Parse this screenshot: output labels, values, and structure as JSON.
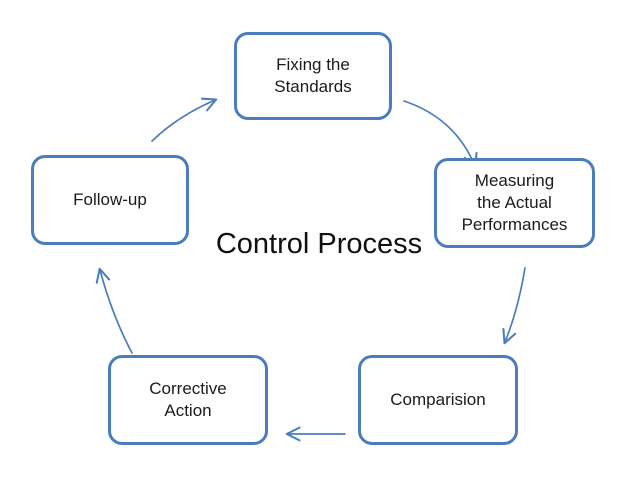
{
  "diagram": {
    "title": "Control Process",
    "accent_color": "#4a7ebb",
    "text_color": "#1b1b1b",
    "background_color": "#ffffff",
    "type": "cycle",
    "direction": "clockwise",
    "nodes": [
      {
        "id": "fixing",
        "label": "Fixing the\nStandards",
        "position": "top"
      },
      {
        "id": "measure",
        "label": "Measuring\nthe Actual\nPerformances",
        "position": "right"
      },
      {
        "id": "compare",
        "label": "Comparision",
        "position": "bottom-right"
      },
      {
        "id": "correct",
        "label": "Corrective\nAction",
        "position": "bottom-left"
      },
      {
        "id": "follow",
        "label": "Follow-up",
        "position": "left"
      }
    ],
    "arrows": [
      {
        "id": "arrow-fixing-to-measure",
        "from": "fixing",
        "to": "measure",
        "style": "curved"
      },
      {
        "id": "arrow-measure-to-compare",
        "from": "measure",
        "to": "compare",
        "style": "curved"
      },
      {
        "id": "arrow-compare-to-correct",
        "from": "compare",
        "to": "correct",
        "style": "straight"
      },
      {
        "id": "arrow-correct-to-follow",
        "from": "correct",
        "to": "follow",
        "style": "curved"
      },
      {
        "id": "arrow-follow-to-fixing",
        "from": "follow",
        "to": "fixing",
        "style": "curved"
      }
    ]
  }
}
